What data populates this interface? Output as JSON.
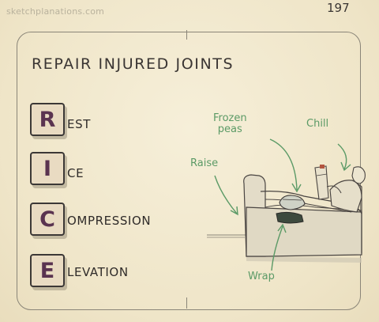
{
  "header": {
    "site": "sketchplanations.com",
    "page_number": "197"
  },
  "title": "REPAIR INJURED JOINTS",
  "rice": [
    {
      "letter": "R",
      "rest": "EST"
    },
    {
      "letter": "I",
      "rest": "CE"
    },
    {
      "letter": "C",
      "rest": "OMPRESSION"
    },
    {
      "letter": "E",
      "rest": "LEVATION"
    }
  ],
  "annotations": {
    "frozen_peas_line1": "Frozen",
    "frozen_peas_line2": "peas",
    "chill": "Chill",
    "raise": "Raise",
    "wrap": "Wrap"
  },
  "colors": {
    "tile_letter": "#5a3350",
    "annotation_green": "#5b9a66",
    "ink": "#3a3533"
  }
}
